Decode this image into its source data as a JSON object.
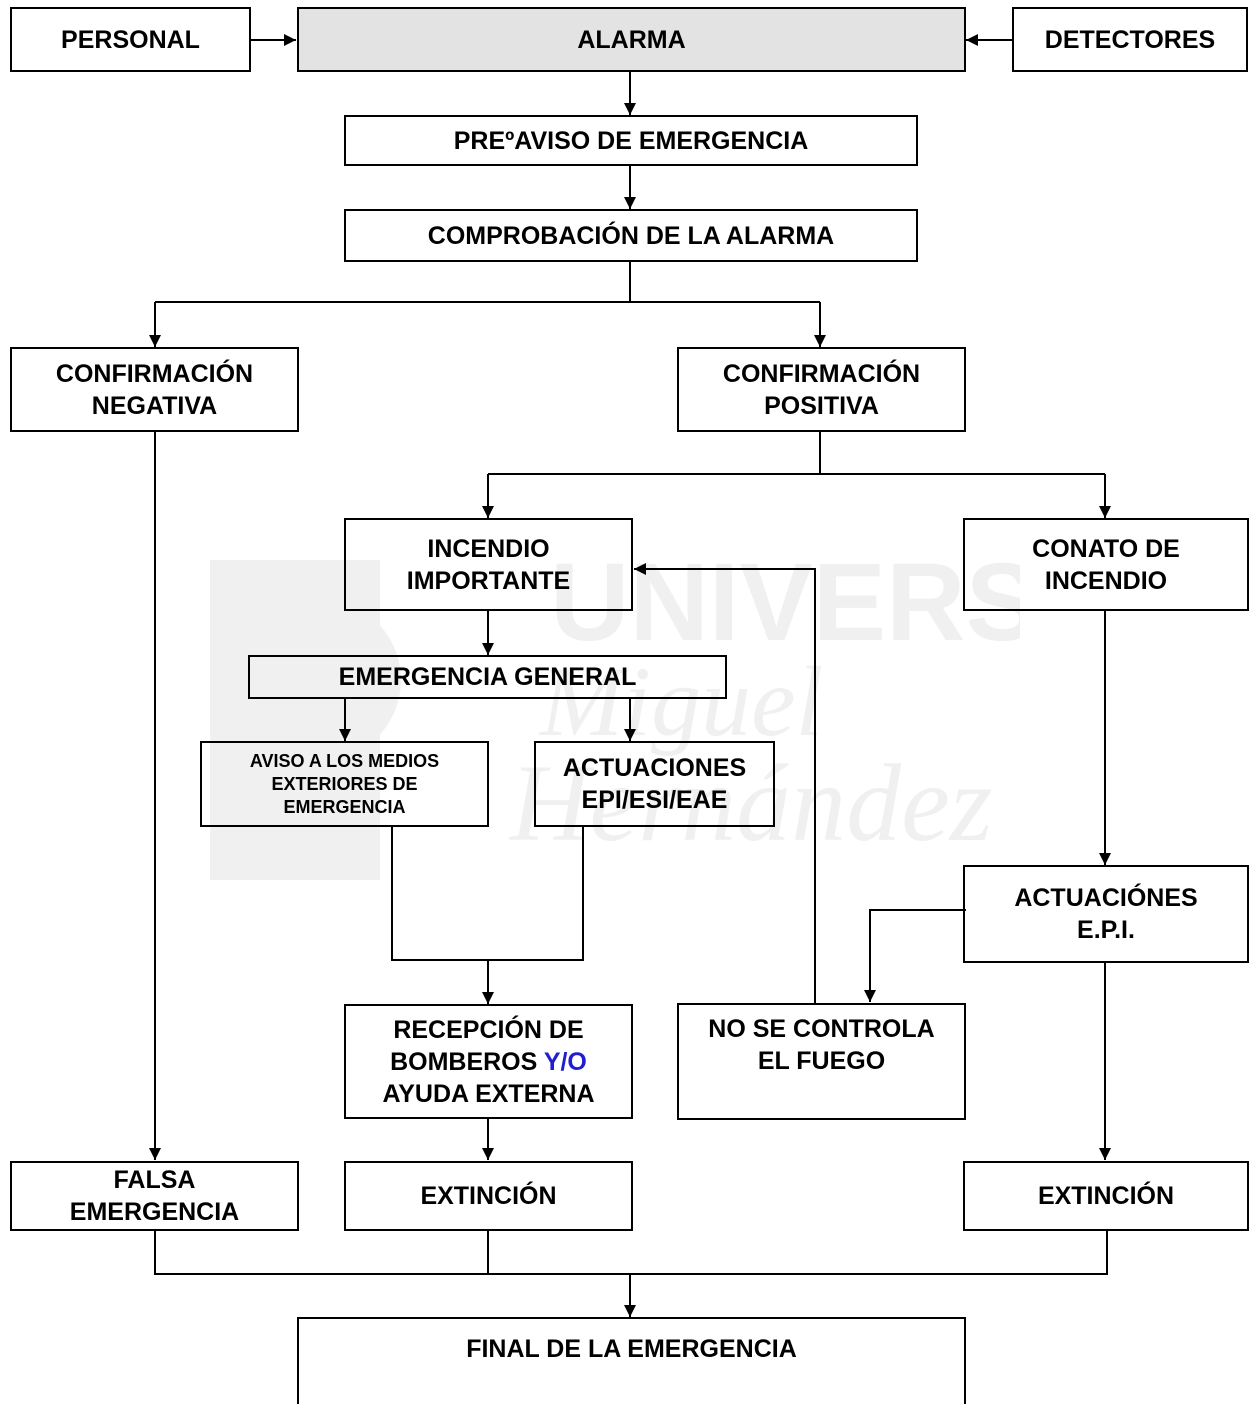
{
  "watermark": {
    "line1": "UNIVERSITAS",
    "line2": "Miguel",
    "line3": "Hernández"
  },
  "nodes": {
    "personal": "PERSONAL",
    "alarma": "ALARMA",
    "detectores": "DETECTORES",
    "preaviso": "PREºAVISO DE EMERGENCIA",
    "comprobacion": "COMPROBACIÓN DE LA ALARMA",
    "conf_negativa": {
      "l1": "CONFIRMACIÓN",
      "l2": "NEGATIVA"
    },
    "conf_positiva": {
      "l1": "CONFIRMACIÓN",
      "l2": "POSITIVA"
    },
    "incendio_importante": {
      "l1": "INCENDIO",
      "l2": "IMPORTANTE"
    },
    "conato": {
      "l1": "CONATO DE",
      "l2": "INCENDIO"
    },
    "emergencia_general": "EMERGENCIA GENERAL",
    "aviso_medios": {
      "l1": "AVISO A LOS MEDIOS",
      "l2": "EXTERIORES DE",
      "l3": "EMERGENCIA"
    },
    "actuaciones_epi_esi_eae": {
      "l1": "ACTUACIONES",
      "l2": "EPI/ESI/EAE"
    },
    "actuaciones_epi": {
      "l1": "ACTUACIÓNES",
      "l2": "E.P.I."
    },
    "recepcion": {
      "l1": "RECEPCIÓN DE",
      "l2a": "BOMBEROS ",
      "l2b": "Y/O",
      "l3": "AYUDA EXTERNA"
    },
    "no_controla": {
      "l1": "NO SE CONTROLA",
      "l2": "EL FUEGO"
    },
    "falsa": {
      "l1": "FALSA",
      "l2": "EMERGENCIA"
    },
    "extincion_1": "EXTINCIÓN",
    "extincion_2": "EXTINCIÓN",
    "final": "FINAL DE LA EMERGENCIA"
  },
  "colors": {
    "line": "#000000",
    "shaded_box": "#e3e3e3",
    "highlight_text": "#1f1fd1"
  }
}
